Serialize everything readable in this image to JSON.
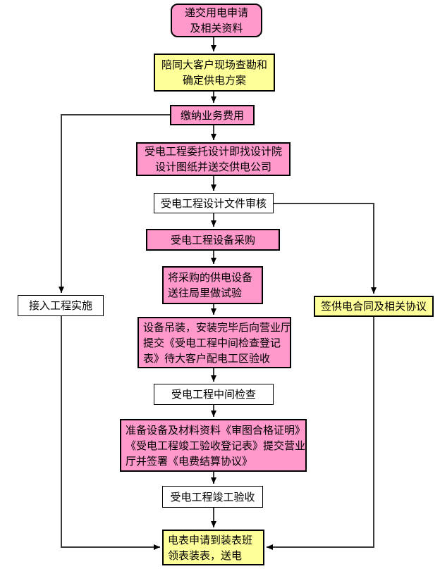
{
  "diagram": {
    "type": "flowchart",
    "colors": {
      "process_pink": "#ff99cc",
      "milestone_yellow": "#ffff99",
      "check_white": "#ffffff",
      "border": "#000000",
      "connector": "#3a3a3a"
    },
    "nodes": {
      "submit": {
        "lines": [
          "递交用电申请",
          "及相关资料"
        ]
      },
      "survey": {
        "lines": [
          "陪同大客户现场查勘和",
          "确定供电方案"
        ]
      },
      "pay": {
        "lines": [
          "缴纳业务费用"
        ]
      },
      "design": {
        "lines": [
          "受电工程委托设计即找设计院",
          "设计图纸并送交供电公司"
        ]
      },
      "review": {
        "lines": [
          "受电工程设计文件审核"
        ]
      },
      "procure": {
        "lines": [
          "受电工程设备采购"
        ]
      },
      "test": {
        "lines": [
          "将采购的供电设备",
          "送往局里做试验"
        ]
      },
      "install": {
        "lines": [
          "设备吊装，安装完毕后向营业厅",
          "提交《受电工程中间检查登记",
          "表》待大客户配电工区验收"
        ]
      },
      "midcheck": {
        "lines": [
          "受电工程中间检查"
        ]
      },
      "prepare": {
        "lines": [
          "准备设备及材料资料《审图合格证明》",
          "《受电工程竣工验收登记表》提交营业",
          "厅并签署《电费结算协议》"
        ]
      },
      "completion": {
        "lines": [
          "受电工程竣工验收"
        ]
      },
      "meter": {
        "lines": [
          "电表申请到装表班",
          "领表装表，送电"
        ]
      },
      "access": {
        "lines": [
          "接入工程实施"
        ]
      },
      "contract": {
        "lines": [
          "签供电合同及相关协议"
        ]
      }
    }
  }
}
